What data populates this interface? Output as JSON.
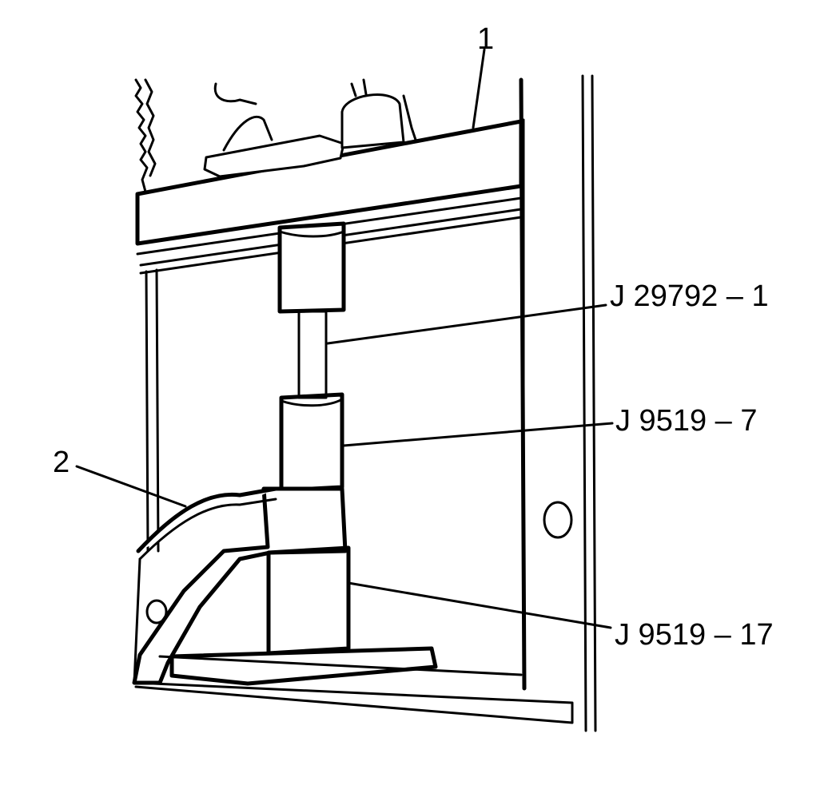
{
  "callouts": {
    "item1": "1",
    "item2": "2",
    "tool_upper": "J 29792 – 1",
    "tool_middle": "J 9519 – 7",
    "tool_lower": "J 9519 – 17"
  }
}
